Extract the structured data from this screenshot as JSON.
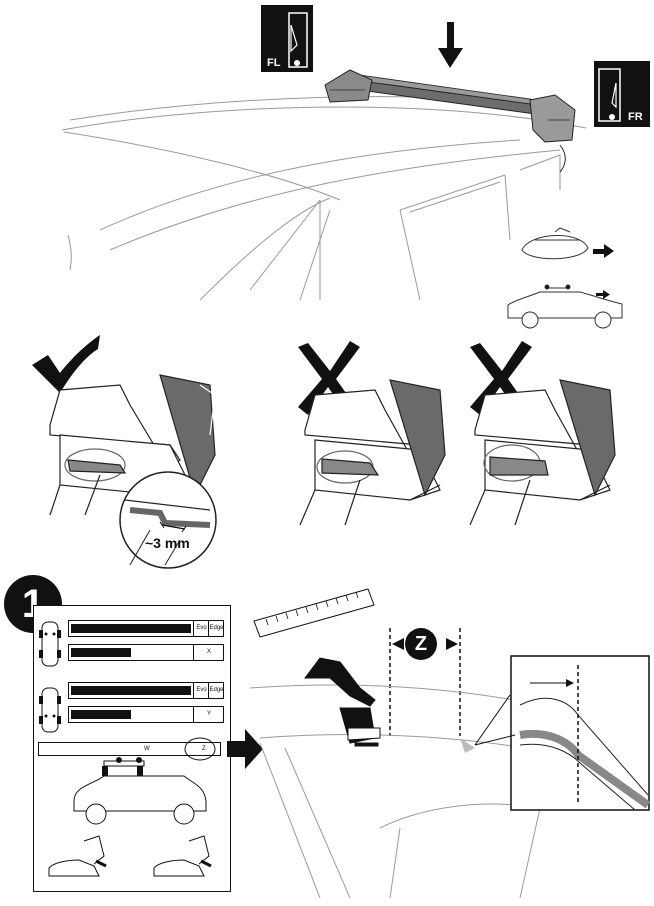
{
  "top_panel": {
    "badge_left": "FL",
    "badge_right": "FR"
  },
  "fit_check": {
    "gap_label": "~3 mm",
    "panels": [
      {
        "status": "correct"
      },
      {
        "status": "incorrect"
      },
      {
        "status": "incorrect"
      }
    ]
  },
  "step": {
    "number": "1",
    "z_label": "Z"
  },
  "card": {
    "rows": [
      {
        "cells": [
          "Evo",
          "Edge"
        ]
      },
      {
        "cells": [
          "X"
        ]
      },
      {
        "cells": [
          "Evo",
          "Edge"
        ]
      },
      {
        "cells": [
          "Y"
        ]
      }
    ],
    "wz": {
      "w": "W",
      "z": "Z"
    }
  },
  "icons": {
    "check": "checkmark-icon",
    "cross": "cross-icon",
    "arrow_down": "arrow-down-icon",
    "arrow_right": "arrow-right-icon"
  }
}
